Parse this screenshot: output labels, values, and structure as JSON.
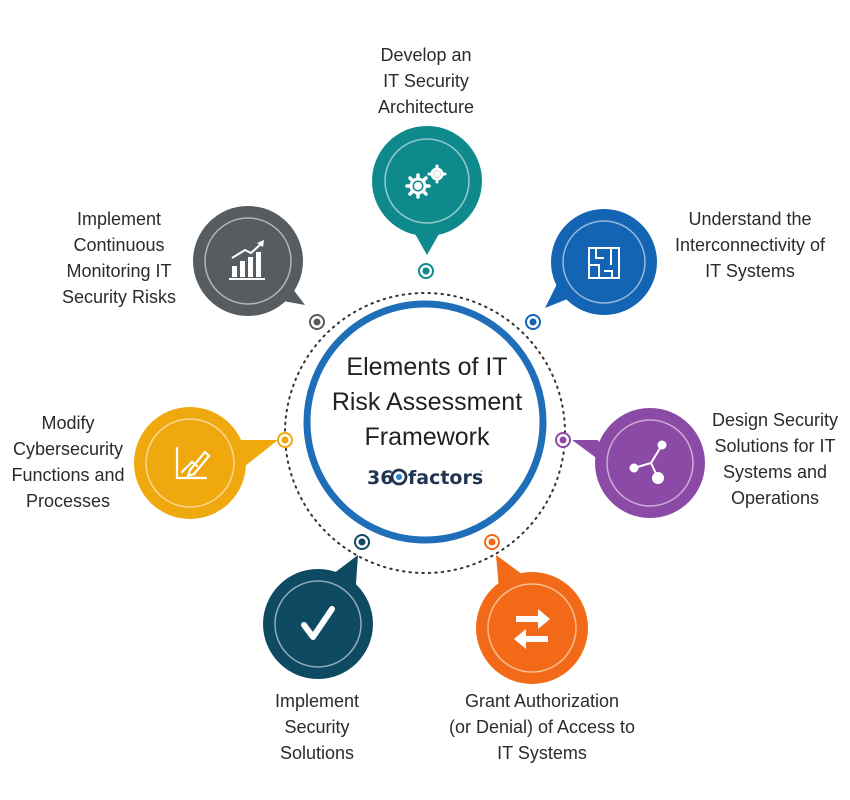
{
  "center": {
    "title": "Elements of IT\nRisk Assessment\nFramework",
    "logo_prefix": "36",
    "logo_suffix": "factors",
    "logo_tm": "™"
  },
  "elements": [
    {
      "label": "Develop an\nIT Security\nArchitecture",
      "color": "#0f8a8c",
      "icon": "gears-icon"
    },
    {
      "label": "Understand the\nInterconnectivity of\nIT Systems",
      "color": "#1364b2",
      "icon": "maze-icon"
    },
    {
      "label": "Design Security\nSolutions for IT\nSystems and\nOperations",
      "color": "#8b4aa6",
      "icon": "nodes-icon"
    },
    {
      "label": "Grant Authorization\n(or Denial) of Access to\nIT Systems",
      "color": "#f26a17",
      "icon": "swap-arrows-icon"
    },
    {
      "label": "Implement\nSecurity\nSolutions",
      "color": "#0f4a63",
      "icon": "checkmark-icon"
    },
    {
      "label": "Modify\nCybersecurity\nFunctions and\nProcesses",
      "color": "#f0a80f",
      "icon": "pencil-chart-icon"
    },
    {
      "label": "Implement\nContinuous\nMonitoring IT\nSecurity Risks",
      "color": "#575c60",
      "icon": "growth-chart-icon"
    }
  ],
  "colors": {
    "ring": "#1f6fb8",
    "dotted_ring": "#333333",
    "text": "#2b2b2b"
  }
}
